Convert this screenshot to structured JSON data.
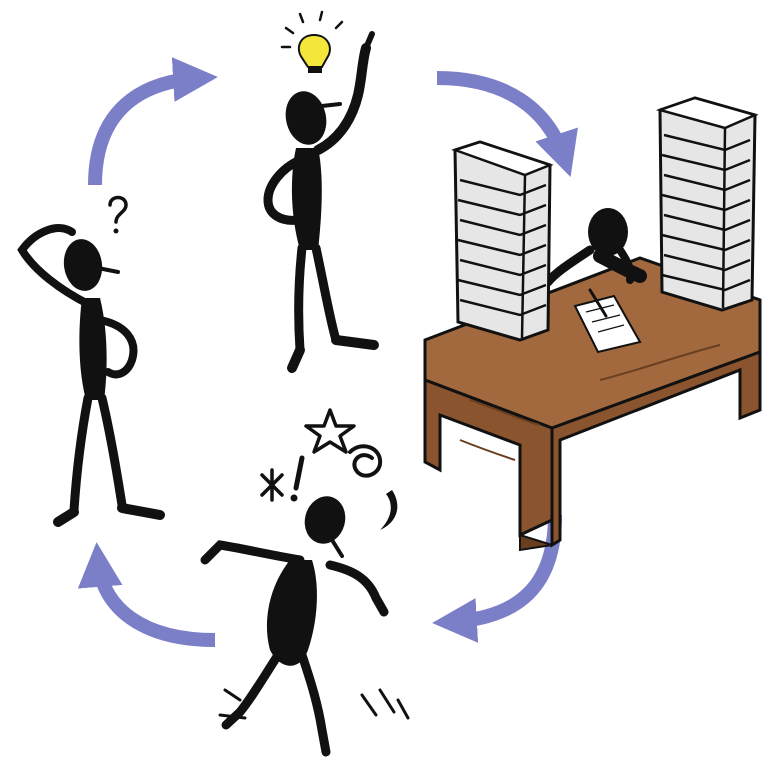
{
  "illustration": {
    "scenes": [
      {
        "id": "confused",
        "symbol": "?"
      },
      {
        "id": "idea",
        "symbol": "lightbulb"
      },
      {
        "id": "working",
        "symbol": "paper-stacks"
      },
      {
        "id": "frustrated",
        "symbols": [
          "*",
          "!",
          "star",
          "spiral",
          "crescent"
        ]
      }
    ],
    "cycle_direction": "clockwise"
  },
  "colors": {
    "background": "#ffffff",
    "arrow": "#7b7fc8",
    "figure": "#111111",
    "bulb": "#f4e63a",
    "desk": "#a2693e",
    "desk_dark": "#6a3f1f",
    "paper": "#e6e6e6"
  }
}
